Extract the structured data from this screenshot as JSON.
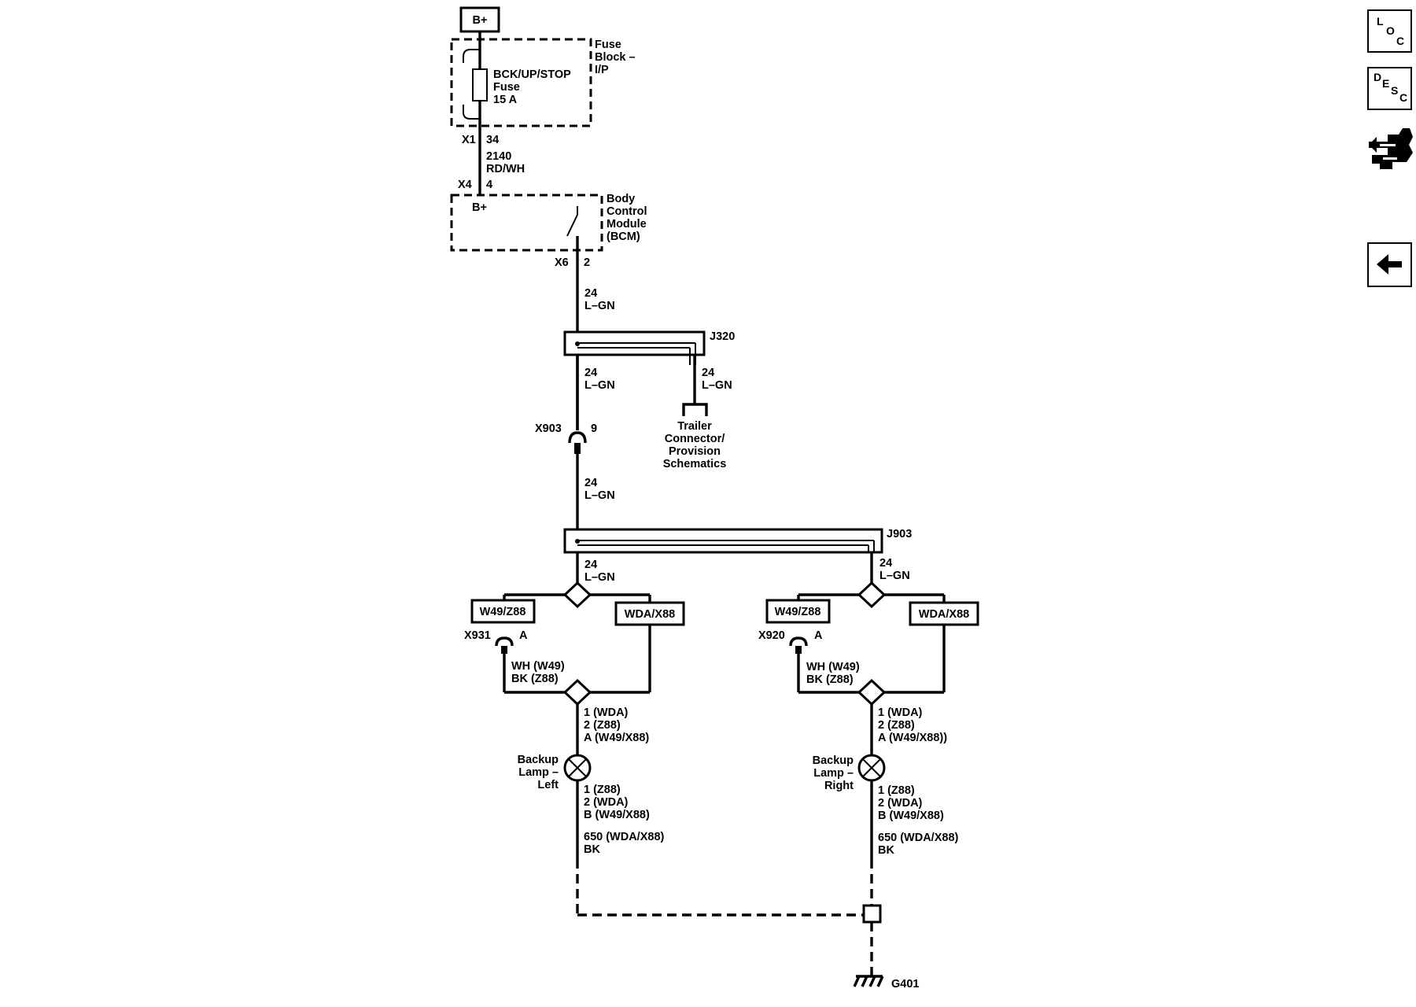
{
  "supply_label": "B+",
  "fuse_block": {
    "label_lines": [
      "Fuse",
      "Block –",
      "I/P"
    ],
    "fuse_lines": [
      "BCK/UP/STOP",
      "Fuse",
      "15 A"
    ]
  },
  "connectors": {
    "x1": "X1",
    "x1_pin": "34",
    "x4": "X4",
    "x4_pin": "4",
    "x6": "X6",
    "x6_pin": "2",
    "x903": "X903",
    "x903_pin": "9",
    "x931": "X931",
    "x931_pin": "A",
    "x920": "X920",
    "x920_pin": "A"
  },
  "wires": {
    "feed_circuit": "2140",
    "feed_color": "RD/WH",
    "circuit_24": "24",
    "color_lgn": "L–GN",
    "wh_w49": "WH (W49)",
    "bk_z88": "BK (Z88)",
    "ground_circuit": "650 (WDA/X88)",
    "ground_color": "BK"
  },
  "bcm": {
    "bplus": "B+",
    "label_lines": [
      "Body",
      "Control",
      "Module",
      "(BCM)"
    ]
  },
  "splices": {
    "j320": "J320",
    "j903": "J903"
  },
  "trailer_ref": {
    "lines": [
      "Trailer",
      "Connector/",
      "Provision",
      "Schematics"
    ]
  },
  "options": {
    "w49_z88": "W49/Z88",
    "wda_x88": "WDA/X88"
  },
  "lamp_left": {
    "name_lines": [
      "Backup",
      "Lamp –",
      "Left"
    ],
    "top_pins": [
      "1 (WDA)",
      "2 (Z88)",
      "A (W49/X88)"
    ],
    "bottom_pins": [
      "1 (Z88)",
      "2 (WDA)",
      "B (W49/X88)"
    ]
  },
  "lamp_right": {
    "name_lines": [
      "Backup",
      "Lamp –",
      "Right"
    ],
    "top_pins": [
      "1 (WDA)",
      "2 (Z88)",
      "A (W49/X88))"
    ],
    "bottom_pins": [
      "1 (Z88)",
      "2 (WDA)",
      "B (W49/X88)"
    ]
  },
  "ground": {
    "label": "G401"
  },
  "nav": {
    "loc_icon": "loc-icon",
    "desc_icon": "desc-icon",
    "loc_letters": [
      "L",
      "O",
      "C"
    ],
    "desc_letters": [
      "D",
      "E",
      "S",
      "C"
    ],
    "connector_icon": "connector-end-view-icon",
    "back_icon": "back-arrow-icon"
  }
}
